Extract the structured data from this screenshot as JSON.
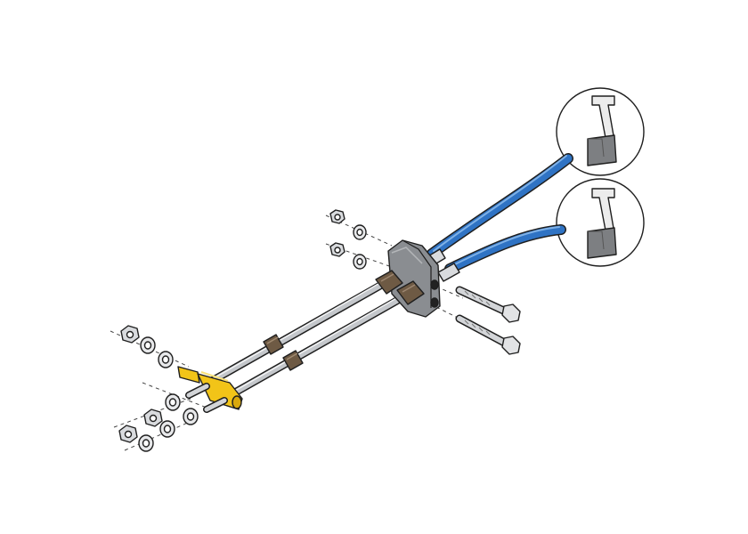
{
  "colors": {
    "background": "#ffffff",
    "cable_blue": "#2f73c4",
    "cable_blue_dark": "#1d4f8f",
    "rod_grey": "#b9bcc0",
    "fitting_brown": "#6e5a44",
    "bracket_grey": "#8a8d91",
    "yoke_yellow": "#f2c418",
    "outline": "#1f1f1f",
    "callout_lever": "#7d7f82"
  },
  "parts": [
    "lever-control-callout",
    "cable",
    "push-pull-rod",
    "cable-fitting",
    "mounting-bracket",
    "mounting-bolt",
    "nut",
    "washer",
    "yoke-connector",
    "threaded-stud"
  ]
}
